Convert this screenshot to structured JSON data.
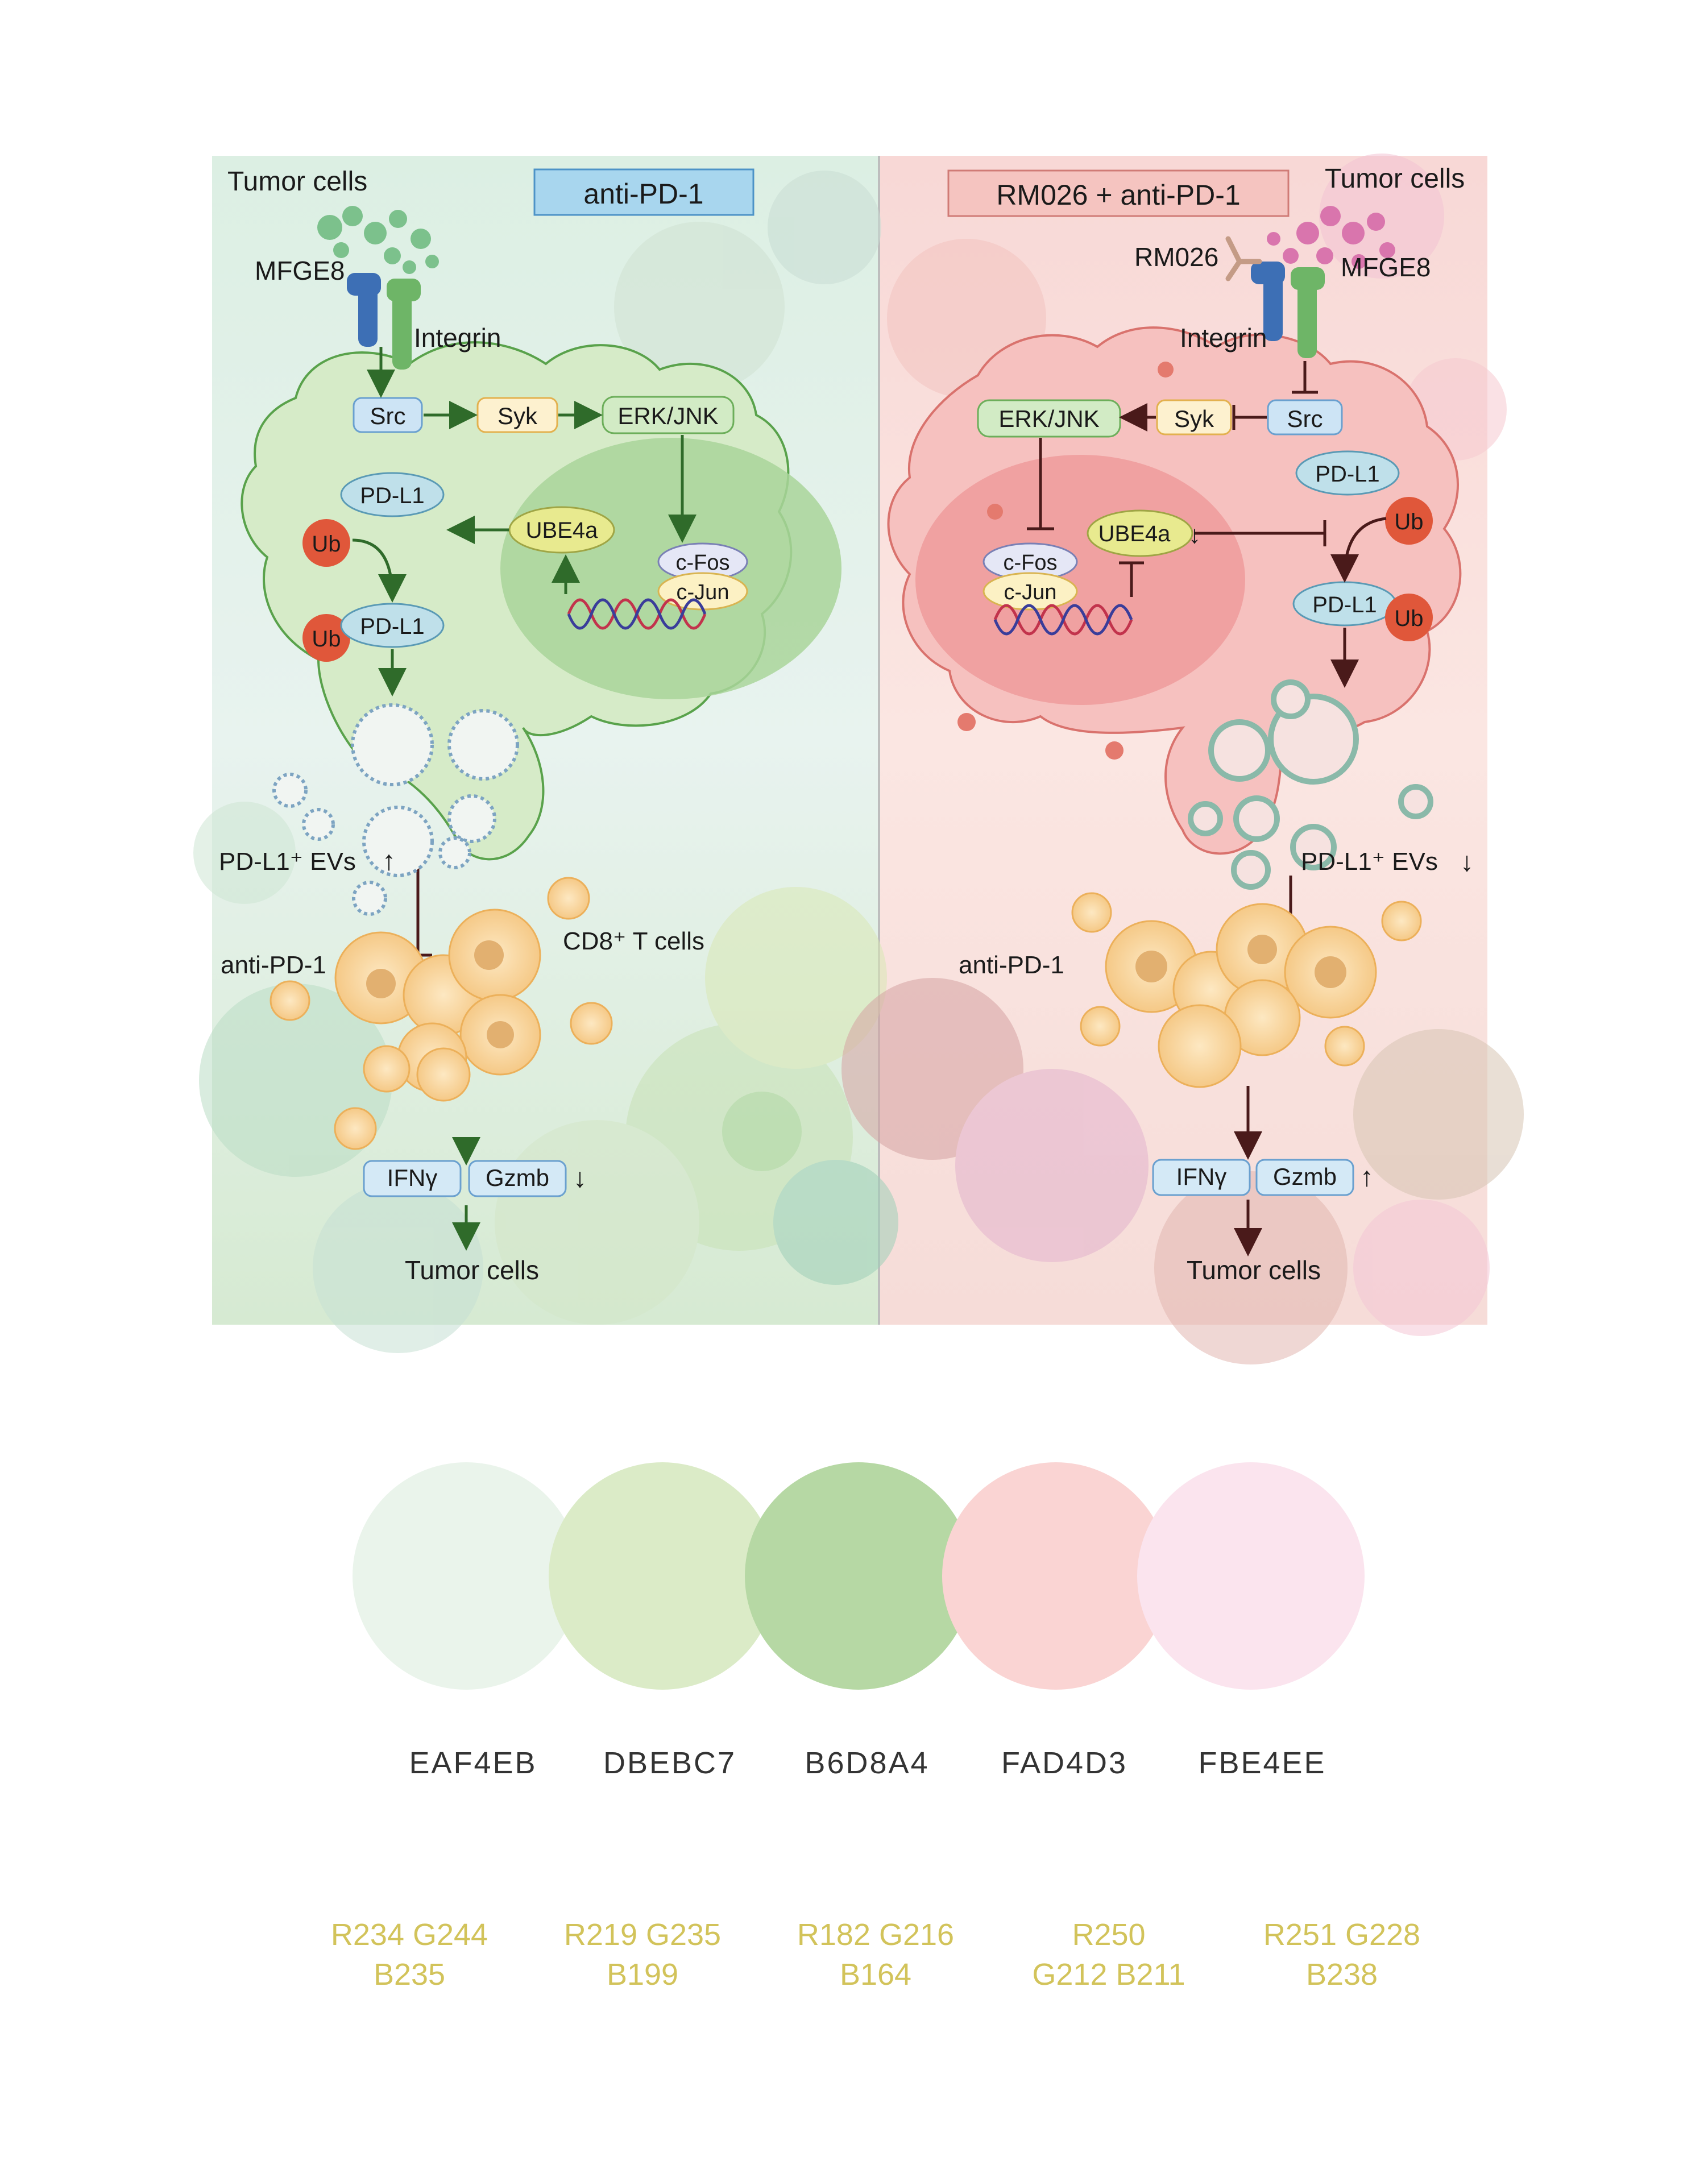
{
  "left_panel": {
    "title": "anti-PD-1",
    "tumor_cells_top": "Tumor cells",
    "mfge8": "MFGE8",
    "integrin": "Integrin",
    "src": "Src",
    "syk": "Syk",
    "erk_jnk": "ERK/JNK",
    "pdl1_top": "PD-L1",
    "ube4a": "UBE4a",
    "ub1": "Ub",
    "ub2": "Ub",
    "pdl1_bottom": "PD-L1",
    "cfos": "c-Fos",
    "cjun": "c-Jun",
    "evs_label": "PD-L1⁺ EVs",
    "cd8_label": "CD8⁺ T cells",
    "antipd1_label": "anti-PD-1",
    "ifng": "IFNγ",
    "gzmb": "Gzmb",
    "tumor_cells_bottom": "Tumor cells"
  },
  "right_panel": {
    "title": "RM026 + anti-PD-1",
    "tumor_cells_top": "Tumor cells",
    "rm026": "RM026",
    "mfge8": "MFGE8",
    "integrin": "Integrin",
    "src": "Src",
    "syk": "Syk",
    "erk_jnk": "ERK/JNK",
    "pdl1_top": "PD-L1",
    "ube4a": "UBE4a",
    "ub1": "Ub",
    "ub2": "Ub",
    "pdl1_bottom": "PD-L1",
    "cfos": "c-Fos",
    "cjun": "c-Jun",
    "evs_label": "PD-L1⁺ EVs",
    "antipd1_label": "anti-PD-1",
    "ifng": "IFNγ",
    "gzmb": "Gzmb",
    "tumor_cells_bottom": "Tumor cells"
  },
  "arrows": {
    "up": "↑",
    "down": "↓"
  },
  "palette": [
    {
      "hex": "EAF4EB",
      "rgb_line1": "R234 G244",
      "rgb_line2": "B235",
      "color": "#EAF4EB"
    },
    {
      "hex": "DBEBC7",
      "rgb_line1": "R219 G235",
      "rgb_line2": "B199",
      "color": "#DBEBC7"
    },
    {
      "hex": "B6D8A4",
      "rgb_line1": "R182 G216",
      "rgb_line2": "B164",
      "color": "#B6D8A4"
    },
    {
      "hex": "FAD4D3",
      "rgb_line1": "R250",
      "rgb_line2": "G212 B211",
      "color": "#FAD4D3"
    },
    {
      "hex": "FBE4EE",
      "rgb_line1": "R251 G228",
      "rgb_line2": "B238",
      "color": "#FBE4EE"
    }
  ],
  "colors": {
    "left_bg": "#e3f0e6",
    "right_bg": "#fbe3e1",
    "green_arrow": "#2f6b2a",
    "dark_arrow": "#4a1a1a",
    "ub_fill": "#e0573a",
    "rgb_text": "#d2c35a"
  }
}
